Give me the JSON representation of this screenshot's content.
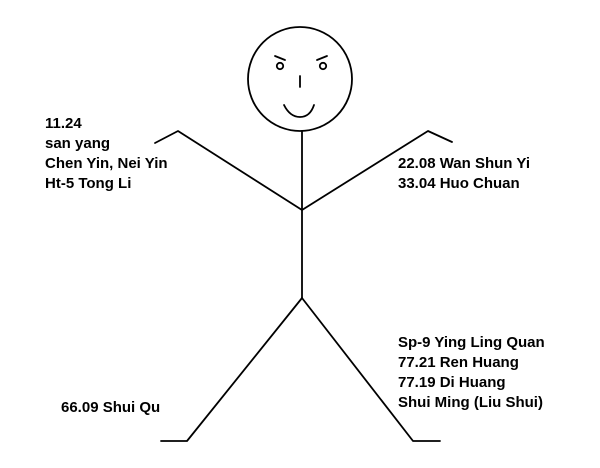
{
  "colors": {
    "background": "#ffffff",
    "ink": "#000000"
  },
  "figure": {
    "subject": "stick-figure",
    "face": [
      "left-eyebrow-icon",
      "right-eyebrow-icon",
      "left-eye-icon",
      "right-eye-icon",
      "nose-icon",
      "smile-icon"
    ]
  },
  "labels": {
    "left_arm": {
      "line1": "11.24",
      "line2": "san yang",
      "line3": "Chen Yin, Nei Yin",
      "line4": "Ht-5 Tong Li"
    },
    "right_arm": {
      "line1": "22.08 Wan Shun Yi",
      "line2": "33.04 Huo Chuan"
    },
    "left_leg": {
      "line1": "66.09 Shui Qu"
    },
    "right_leg": {
      "line1": "Sp-9 Ying Ling Quan",
      "line2": "77.21 Ren Huang",
      "line3": "77.19 Di Huang",
      "line4": "Shui Ming (Liu Shui)"
    }
  }
}
